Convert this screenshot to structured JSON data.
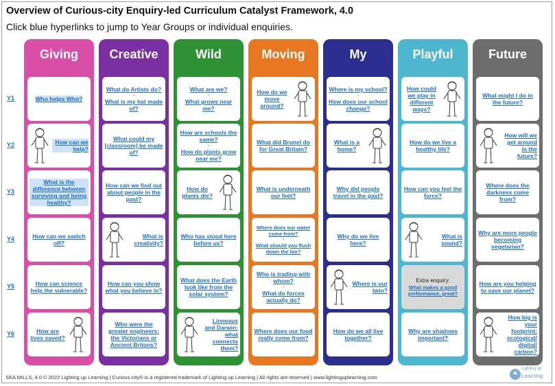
{
  "header": {
    "title": "Overview of Curious-city Enquiry-led Curriculum Catalyst Framework, 4.0",
    "subtitle": "Click blue hyperlinks to jump to Year Groups or individual enquiries."
  },
  "row_labels": [
    "Y1",
    "Y2",
    "Y3",
    "Y4",
    "Y5",
    "Y6"
  ],
  "columns": [
    {
      "name": "Giving",
      "color": "#d94fa8",
      "cells": [
        {
          "lines": [
            "Who helps Who?"
          ],
          "hl": true
        },
        {
          "lines": [
            "How can we help?"
          ],
          "hl": true,
          "ill": "left"
        },
        {
          "lines": [
            "What is the difference between surviving and being healthy?"
          ],
          "hl": true
        },
        {
          "lines": [
            "How can we switch off?"
          ]
        },
        {
          "lines": [
            "How can science help the vulnerable?"
          ]
        },
        {
          "lines": [
            "How are lives saved?"
          ],
          "ill": "right",
          "align": "left"
        }
      ]
    },
    {
      "name": "Creative",
      "color": "#7a2fa3",
      "cells": [
        {
          "lines": [
            "What do Artists do?",
            "What is my hat made of?"
          ]
        },
        {
          "lines": [
            "What could my [classroom] be made of?"
          ]
        },
        {
          "lines": [
            "How can we find out about people in the past?"
          ]
        },
        {
          "lines": [
            "What is creativity?"
          ],
          "ill": "left"
        },
        {
          "lines": [
            "How can you show what you believe in?"
          ]
        },
        {
          "lines": [
            "Who were the greater engineers: the Victorians or Ancient Britons?"
          ]
        }
      ]
    },
    {
      "name": "Wild",
      "color": "#2e9234",
      "cells": [
        {
          "lines": [
            "What are we?",
            "What grows near me?"
          ]
        },
        {
          "lines": [
            "How are schools the same?",
            "How do plants grow near me?"
          ]
        },
        {
          "lines": [
            "How do plants die?"
          ],
          "ill": "right",
          "align": "left"
        },
        {
          "lines": [
            "Who has stood here before us?"
          ]
        },
        {
          "lines": [
            "What does the Earth look like from the solar system?"
          ]
        },
        {
          "lines": [
            "Linneaus and Darwin: what connects them?"
          ],
          "ill": "left"
        }
      ]
    },
    {
      "name": "Moving",
      "color": "#e87722",
      "cells": [
        {
          "lines": [
            "How do we move around?"
          ],
          "ill": "right",
          "align": "left"
        },
        {
          "lines": [
            "What did Brunel do for Great Britain?"
          ]
        },
        {
          "lines": [
            "What is underneath our feet?"
          ]
        },
        {
          "lines": [
            "Where does our water come from?",
            "What should you flush down the loo?"
          ],
          "small": true
        },
        {
          "lines": [
            "Who is trading with whom?",
            "What do forces actually do?"
          ]
        },
        {
          "lines": [
            "Where does our food really come from?"
          ]
        }
      ]
    },
    {
      "name": "My",
      "color": "#2b2d8f",
      "cells": [
        {
          "lines": [
            "Where is my school?",
            "How does our school change?"
          ]
        },
        {
          "lines": [
            "What is a home?"
          ],
          "ill": "right",
          "align": "left"
        },
        {
          "lines": [
            "Why did people travel in the past?"
          ]
        },
        {
          "lines": [
            "Why do we live here?"
          ]
        },
        {
          "lines": [
            "Where is our twin?"
          ],
          "ill": "left"
        },
        {
          "lines": [
            "How do we all live together?"
          ]
        }
      ]
    },
    {
      "name": "Playful",
      "color": "#4fb6cf",
      "cells": [
        {
          "lines": [
            "How could we play in different ways?"
          ],
          "ill": "right",
          "align": "left"
        },
        {
          "lines": [
            "How do we live a healthy life?"
          ]
        },
        {
          "lines": [
            "How can you feel the force?"
          ]
        },
        {
          "lines": [
            "What is sound?"
          ],
          "ill": "left"
        },
        {
          "extra": "Extra enquiry:",
          "lines": [
            "What makes a good performance, great?"
          ],
          "grey": true
        },
        {
          "lines": [
            "Why are shadows important?"
          ]
        }
      ]
    },
    {
      "name": "Future",
      "color": "#6d6d6d",
      "cells": [
        {
          "lines": [
            "What might I do in the future?"
          ]
        },
        {
          "lines": [
            "How will we get around in the future?"
          ],
          "ill": "left"
        },
        {
          "lines": [
            "Where does the darkness come from?"
          ]
        },
        {
          "lines": [
            "Why are more people becoming vegetarian?"
          ]
        },
        {
          "lines": [
            "How are you helping to save our planet?"
          ]
        },
        {
          "lines": [
            "How big is your footprint: ecological/ digital/ carbon?"
          ],
          "ill": "left"
        }
      ]
    }
  ],
  "footer": {
    "text": "SEA MILLS, 4.0     © 2022 Lighting up Learning     |     Curious-city® is a registered trademark of Lighting up Learning     |     All rights are reserved     |     www.lightinguplearning.com",
    "logo_small": "Lighting up",
    "logo_big": "Learning"
  }
}
